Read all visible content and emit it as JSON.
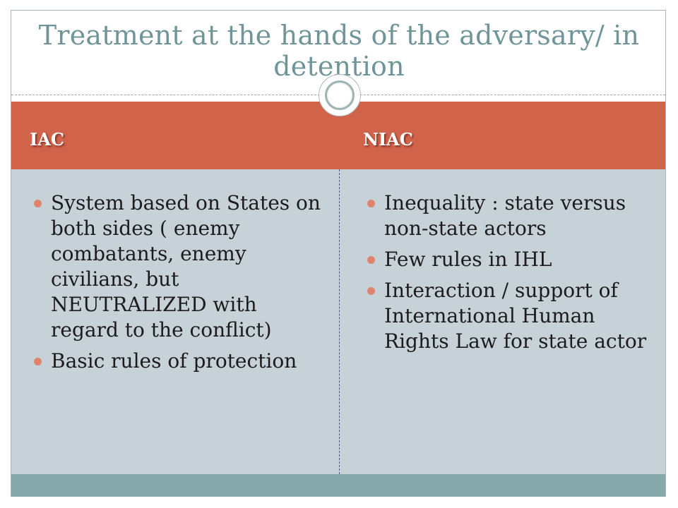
{
  "slide": {
    "title": "Treatment at the hands of the adversary/ in detention"
  },
  "columns": [
    {
      "heading": "IAC",
      "bullets": [
        "System based on States on both sides ( enemy combatants, enemy civilians, but NEUTRALIZED with regard to the conflict)",
        "Basic rules of protection"
      ]
    },
    {
      "heading": "NIAC",
      "bullets": [
        "Inequality : state versus non-state actors",
        "Few rules in IHL",
        "Interaction / support of International Human Rights Law for state actor"
      ]
    }
  ],
  "colors": {
    "header_band": "#d1634a",
    "content_bg": "#c6d1d8",
    "footer_band": "#86a8aa",
    "title_text": "#6f9599",
    "bullet_dot": "#e0836e"
  },
  "icons": {
    "divider_ornament": "circle-ring-icon"
  }
}
